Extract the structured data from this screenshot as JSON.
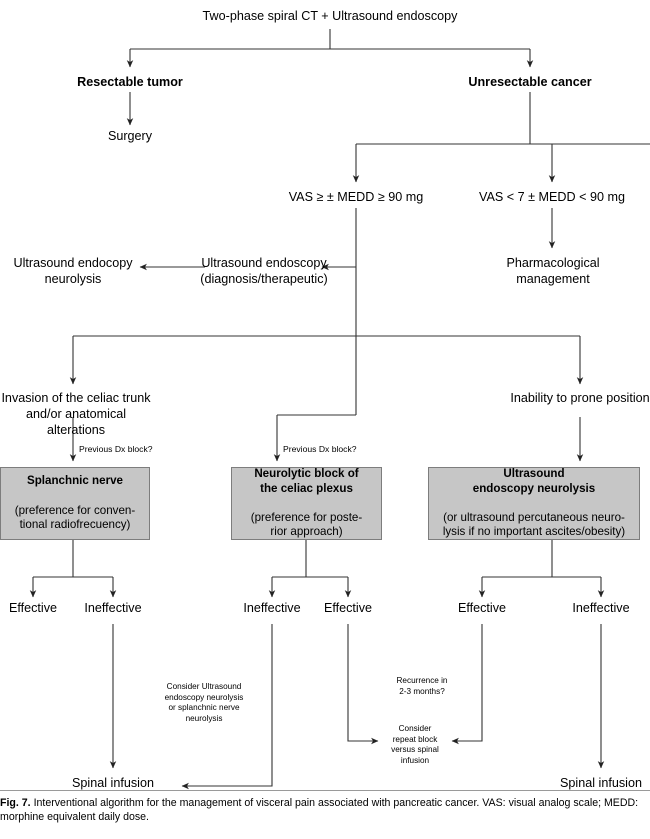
{
  "figure": {
    "caption_label": "Fig. 7.",
    "caption_text": "Interventional algorithm for the management of visceral pain associated with pancreatic cancer. VAS: visual analog scale; MEDD: morphine equivalent daily dose."
  },
  "colors": {
    "box_fill": "#c6c6c6",
    "box_border": "#7d7d7d",
    "line": "#333333",
    "text": "#000000",
    "background": "#ffffff"
  },
  "chart_data": {
    "type": "diagram",
    "title": "Interventional algorithm for the management of visceral pain associated with pancreatic cancer",
    "nodes": [
      {
        "id": "n1",
        "label": "Two-phase spiral CT + Ultrasound endoscopy",
        "style": "plain"
      },
      {
        "id": "n2",
        "label": "Resectable tumor",
        "style": "bold"
      },
      {
        "id": "n3",
        "label": "Unresectable cancer",
        "style": "bold"
      },
      {
        "id": "n4",
        "label": "Surgery",
        "style": "plain"
      },
      {
        "id": "n5",
        "label": "VAS ≥ ± MEDD ≥ 90 mg",
        "style": "plain"
      },
      {
        "id": "n6",
        "label": "VAS < 7 ± MEDD < 90 mg",
        "style": "plain"
      },
      {
        "id": "n7",
        "label": "Ultrasound endoscopy\n(diagnosis/therapeutic)",
        "style": "plain"
      },
      {
        "id": "n8",
        "label": "Ultrasound endocopy\nneurolysis",
        "style": "plain"
      },
      {
        "id": "n9",
        "label": "Pharmacological\nmanagement",
        "style": "plain"
      },
      {
        "id": "n10",
        "label": "Invasion of the celiac trunk\nand/or anatomical alterations",
        "style": "plain"
      },
      {
        "id": "n11",
        "label": "Inability to prone position",
        "style": "plain"
      },
      {
        "id": "n12",
        "label": "Previous Dx block?",
        "style": "small"
      },
      {
        "id": "n13",
        "label": "Previous Dx block?",
        "style": "small"
      },
      {
        "id": "b1h",
        "label": "Splanchnic nerve",
        "style": "box-head"
      },
      {
        "id": "b1b",
        "label": "(preference for conven-\ntional radiofrecuency)",
        "style": "box-body"
      },
      {
        "id": "b2h",
        "label": "Neurolytic block of\nthe celiac plexus",
        "style": "box-head"
      },
      {
        "id": "b2b",
        "label": "(preference for poste-\nrior approach)",
        "style": "box-body"
      },
      {
        "id": "b3h",
        "label": "Ultrasound\nendoscopy neurolysis",
        "style": "box-head"
      },
      {
        "id": "b3b",
        "label": "(or ultrasound percutaneous neuro-\nlysis if no important ascites/obesity)",
        "style": "box-body"
      },
      {
        "id": "o1",
        "label": "Effective",
        "style": "plain"
      },
      {
        "id": "o2",
        "label": "Ineffective",
        "style": "plain"
      },
      {
        "id": "o3",
        "label": "Ineffective",
        "style": "plain"
      },
      {
        "id": "o4",
        "label": "Effective",
        "style": "plain"
      },
      {
        "id": "o5",
        "label": "Effective",
        "style": "plain"
      },
      {
        "id": "o6",
        "label": "Ineffective",
        "style": "plain"
      },
      {
        "id": "a1",
        "label": "Consider Ultrasound\nendoscopy neurolysis\nor splanchnic nerve\nneurolysis",
        "style": "small"
      },
      {
        "id": "a2",
        "label": "Recurrence in\n2-3 months?",
        "style": "small"
      },
      {
        "id": "a3",
        "label": "Consider\nrepeat block\nversus spinal\ninfusion",
        "style": "small"
      },
      {
        "id": "s1",
        "label": "Spinal infusion",
        "style": "plain"
      },
      {
        "id": "s2",
        "label": "Spinal infusion",
        "style": "plain"
      }
    ],
    "edges": [
      {
        "from": "n1",
        "to": "n2"
      },
      {
        "from": "n1",
        "to": "n3"
      },
      {
        "from": "n2",
        "to": "n4"
      },
      {
        "from": "n3",
        "to": "n5"
      },
      {
        "from": "n3",
        "to": "n6"
      },
      {
        "from": "n5",
        "to": "n7"
      },
      {
        "from": "n7",
        "to": "n8"
      },
      {
        "from": "n6",
        "to": "n9"
      },
      {
        "from": "n5",
        "to": "n10"
      },
      {
        "from": "n5",
        "to": "n11"
      },
      {
        "from": "n5",
        "to": "b2h"
      },
      {
        "from": "n10",
        "to": "b1h",
        "label": "Previous Dx block?"
      },
      {
        "from": "n11",
        "to": "b3h"
      },
      {
        "from": "b1h",
        "to": "o1"
      },
      {
        "from": "b1h",
        "to": "o2"
      },
      {
        "from": "b2h",
        "to": "o3"
      },
      {
        "from": "b2h",
        "to": "o4"
      },
      {
        "from": "b3h",
        "to": "o5"
      },
      {
        "from": "b3h",
        "to": "o6"
      },
      {
        "from": "o2",
        "to": "s1"
      },
      {
        "from": "o3",
        "to": "s1"
      },
      {
        "from": "o4",
        "to": "a3"
      },
      {
        "from": "o5",
        "to": "a3"
      },
      {
        "from": "o6",
        "to": "s2"
      }
    ],
    "legend": [
      "VAS: visual analog scale",
      "MEDD: morphine equivalent daily dose"
    ]
  },
  "nodes": {
    "root": "Two-phase spiral CT + Ultrasound endoscopy",
    "resectable": "Resectable tumor",
    "unresectable": "Unresectable cancer",
    "surgery": "Surgery",
    "vas_high": "VAS ≥ ± MEDD ≥ 90 mg",
    "vas_low": "VAS < 7 ± MEDD < 90 mg",
    "us_endoscopy": "Ultrasound endoscopy\n(diagnosis/therapeutic)",
    "us_neurolysis": "Ultrasound endocopy\nneurolysis",
    "pharmacological": "Pharmacological\nmanagement",
    "invasion": "Invasion of the celiac trunk\nand/or anatomical alterations",
    "inability": "Inability to prone position",
    "prev_dx_left": "Previous Dx block?",
    "prev_dx_mid": "Previous Dx block?",
    "effective_1": "Effective",
    "ineffective_1": "Ineffective",
    "ineffective_2": "Ineffective",
    "effective_2": "Effective",
    "effective_3": "Effective",
    "ineffective_3": "Ineffective",
    "consider_us": "Consider Ultrasound\nendoscopy neurolysis\nor splanchnic nerve\nneurolysis",
    "recurrence": "Recurrence in\n2-3 months?",
    "consider_repeat": "Consider\nrepeat block\nversus spinal\ninfusion",
    "spinal_left": "Spinal infusion",
    "spinal_right": "Spinal infusion"
  },
  "boxes": {
    "splanchnic": {
      "head": "Splanchnic nerve",
      "body": "(preference for conven-\ntional radiofrecuency)"
    },
    "neurolytic": {
      "head": "Neurolytic block of\nthe celiac plexus",
      "body": "(preference for poste-\nrior approach)"
    },
    "ultrasound": {
      "head": "Ultrasound\nendoscopy neurolysis",
      "body": "(or ultrasound percutaneous neuro-\nlysis if no important ascites/obesity)"
    }
  }
}
